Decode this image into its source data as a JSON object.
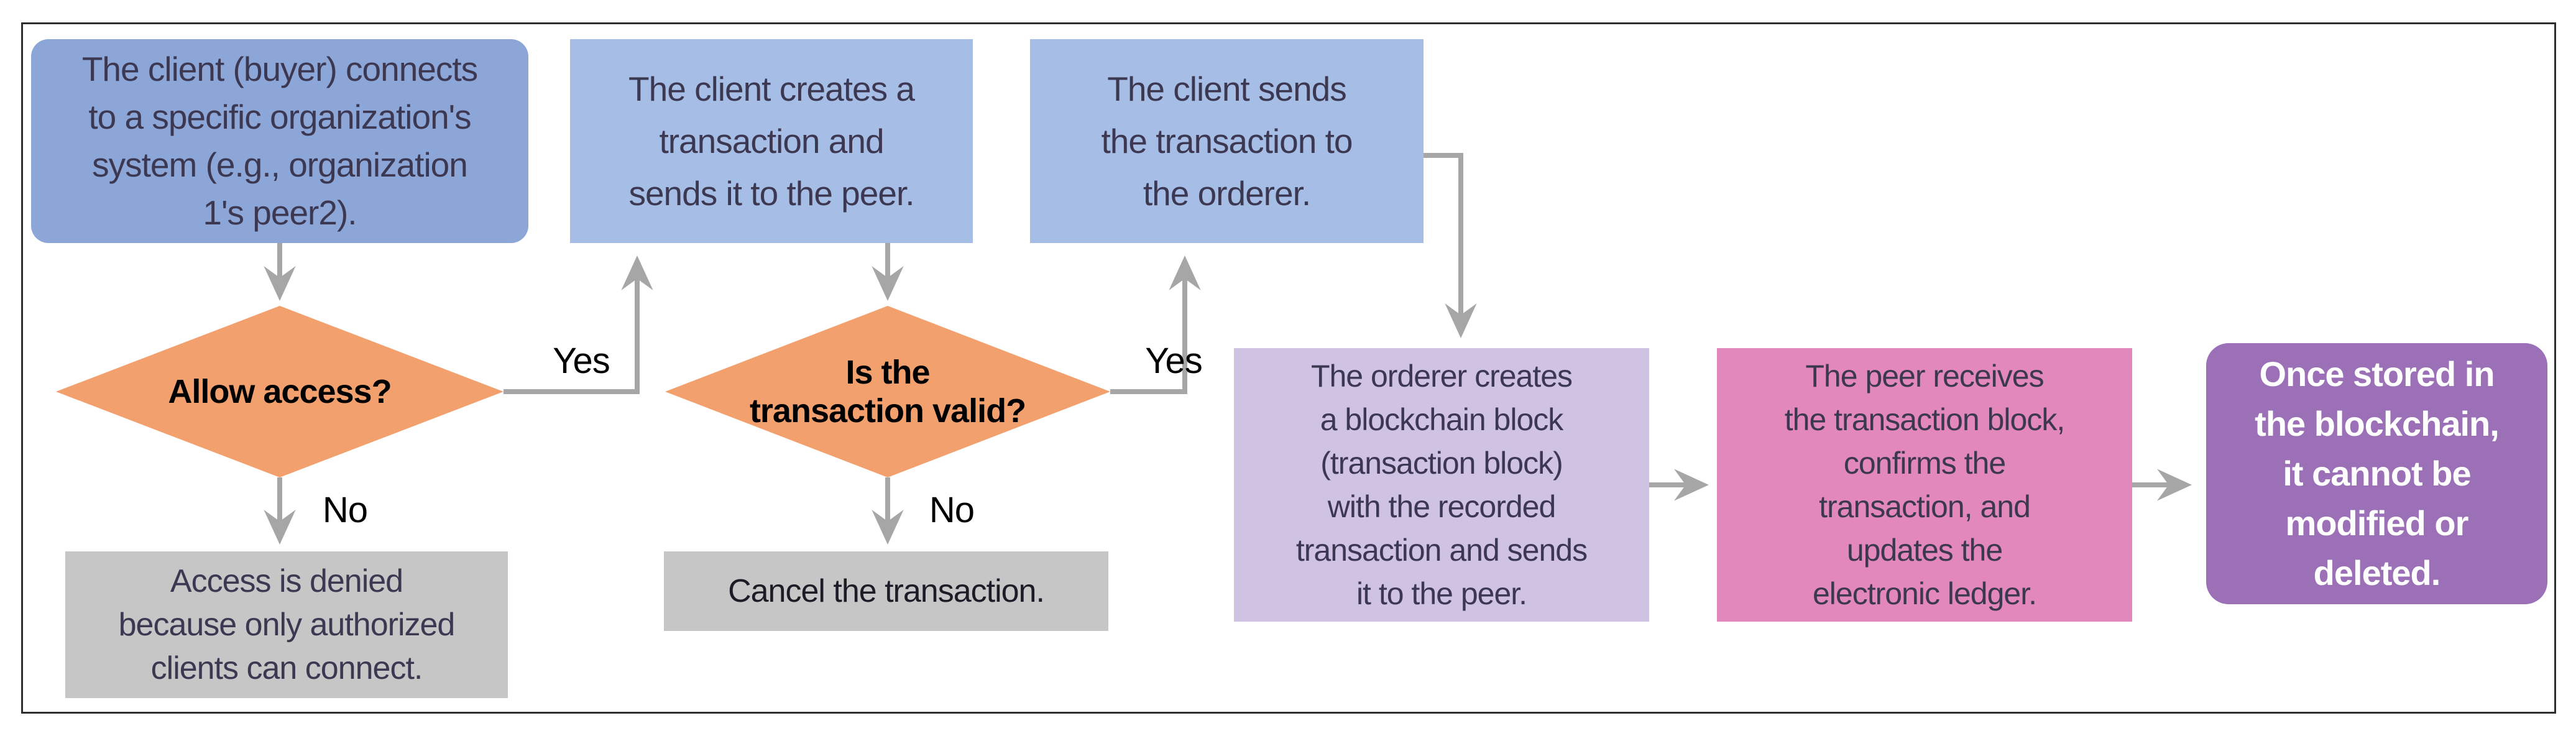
{
  "diagram": {
    "title_hint": "Blockchain transaction flowchart",
    "nodes": {
      "client_connects": {
        "text": "The client (buyer) connects\nto a specific organization's\nsystem (e.g., organization\n1's peer2)."
      },
      "allow_access": {
        "text": "Allow access?"
      },
      "access_denied": {
        "text": "Access is denied\nbecause only authorized\nclients can connect."
      },
      "client_creates": {
        "text": "The client creates a\ntransaction and\nsends it to the peer."
      },
      "transaction_valid": {
        "text": "Is the\ntransaction valid?"
      },
      "cancel_transaction": {
        "text": "Cancel the transaction."
      },
      "client_sends": {
        "text": "The client sends\nthe transaction to\nthe orderer."
      },
      "orderer_creates": {
        "text": "The orderer creates\na blockchain block\n(transaction block)\nwith the recorded\ntransaction and sends\nit to the peer."
      },
      "peer_receives": {
        "text": "The peer receives\nthe transaction block,\nconfirms the\ntransaction, and\nupdates the\nelectronic ledger."
      },
      "immutable": {
        "text": "Once stored in\nthe blockchain,\nit cannot be\nmodified or\ndeleted."
      }
    },
    "edge_labels": {
      "yes1": "Yes",
      "no1": "No",
      "yes2": "Yes",
      "no2": "No"
    },
    "colors": {
      "process_blue_dark": "#8ca6d8",
      "process_blue_light": "#a6bee6",
      "decision_orange": "#f2a06e",
      "terminal_gray": "#c7c6c6",
      "orderer_light_purple": "#cfc2e2",
      "peer_pink": "#e288bb",
      "immutable_purple": "#9b70b7",
      "arrow_gray": "#a6a6a6",
      "text_dark": "#3d3852",
      "frame_border": "#2e2e2e"
    }
  }
}
